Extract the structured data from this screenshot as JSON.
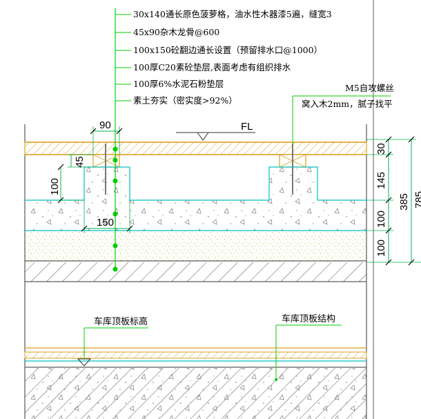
{
  "notes": [
    "30x140通长原色菠萝格，油水性木器漆5遍，缝宽3",
    "45x90杂木龙骨@600",
    "100x150砼翻边通长设置（预留排水口@1000）",
    "100厚C20素砼垫层,表面考虑有组织排水",
    "100厚6%水泥石粉垫层",
    "素土夯实（密实度>92%）"
  ],
  "screw_note": [
    "M5自攻螺丝",
    "窝入木2mm，腻子找平"
  ],
  "fl_label": "FL",
  "dims_left": {
    "d90": "90",
    "d45": "45",
    "d100": "100",
    "d150": "150"
  },
  "dims_right": {
    "d30": "30",
    "d145": "145",
    "d100a": "100",
    "d100b": "100",
    "total": "385",
    "cut": "785"
  },
  "labels": {
    "slab_level": "车库顶板标高",
    "slab_structure": "车库顶板结构"
  },
  "colors": {
    "wood": "#d9a21e",
    "leader": "#00cc00",
    "band": "#00c0c0",
    "sand": "#e8e07a",
    "dim": "#00b050"
  }
}
